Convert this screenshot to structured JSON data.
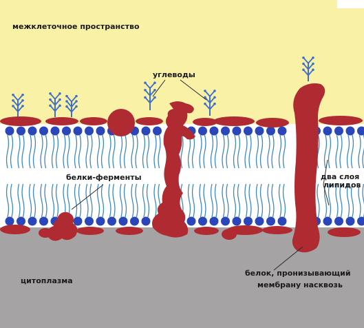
{
  "diagram": {
    "labels": {
      "extracellular": "межклеточное пространство",
      "carbohydrates": "углеводы",
      "enzyme_proteins": "белки-ферменты",
      "lipid_bilayer_line1": "два слоя",
      "lipid_bilayer_line2": "липидов",
      "cytoplasm": "цитоплазма",
      "transmembrane_line1": "белок, пронизывающий",
      "transmembrane_line2": "мембрану насквозь"
    },
    "colors": {
      "extracellular": "#f8f1a6",
      "cytoplasm": "#a5a3a4",
      "membrane_interior": "#ffffff",
      "lipid_head": "#2a46b8",
      "lipid_tail": "#3a88c0",
      "protein": "#b02a32",
      "carbohydrate": "#3f6fc8",
      "leader_line": "#2a2a2a"
    }
  }
}
